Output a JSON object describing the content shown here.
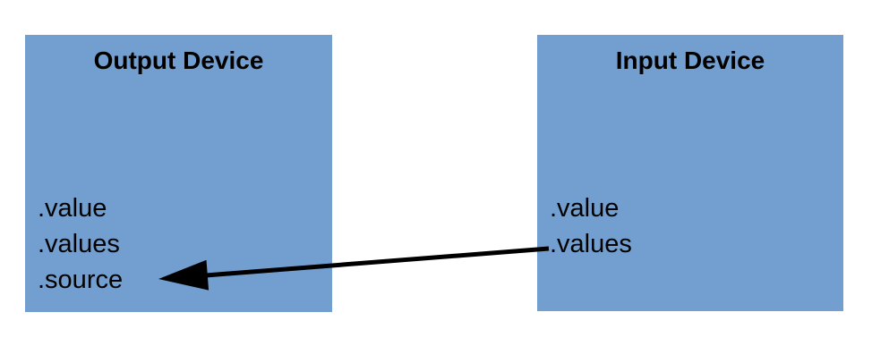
{
  "diagram": {
    "background_color": "#ffffff",
    "box_fill_color": "#729fcf",
    "text_color": "#000000",
    "arrow_color": "#000000",
    "nodes": [
      {
        "id": "output-device",
        "title": "Output Device",
        "properties": [
          ".value",
          ".values",
          ".source"
        ]
      },
      {
        "id": "input-device",
        "title": "Input Device",
        "properties": [
          ".value",
          ".values"
        ]
      }
    ],
    "arrow": {
      "from_node": "Input Device",
      "from_property": ".values",
      "to_node": "Output Device",
      "to_property": ".source",
      "description": "Input Device .values points to Output Device .source"
    }
  }
}
